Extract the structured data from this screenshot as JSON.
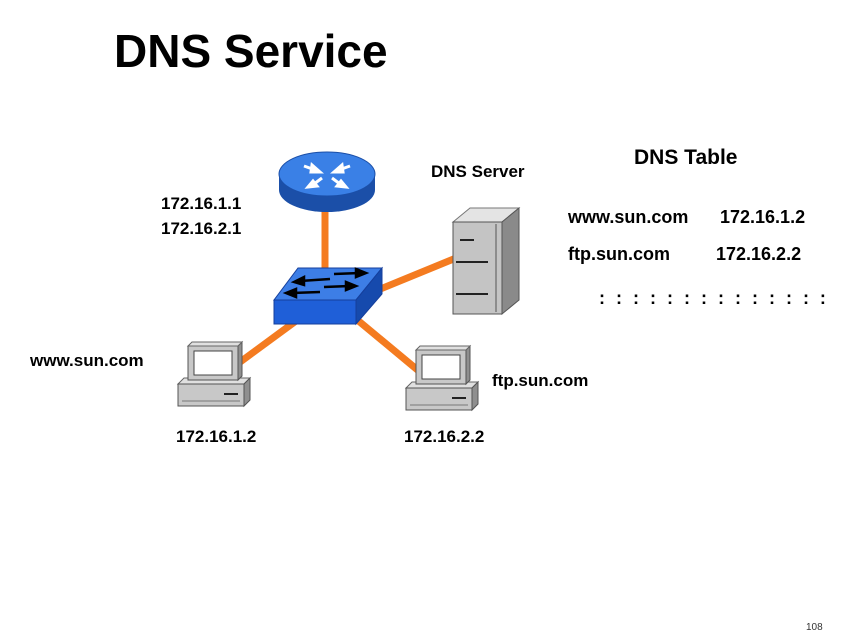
{
  "title": "DNS Service",
  "dns_server_label": "DNS Server",
  "router": {
    "ip1": "172.16.1.1",
    "ip2": "172.16.2.1"
  },
  "hosts": {
    "www": {
      "name": "www.sun.com",
      "ip": "172.16.1.2"
    },
    "ftp": {
      "name": "ftp.sun.com",
      "ip": "172.16.2.2"
    }
  },
  "dns_table": {
    "title": "DNS Table",
    "rows": [
      {
        "name": "www.sun.com",
        "ip": "172.16.1.2"
      },
      {
        "name": "ftp.sun.com",
        "ip": "172.16.2.2"
      }
    ],
    "continuation": ": : : : : : : : : : : : : :"
  },
  "page_number": "108",
  "colors": {
    "link": "#f47b20",
    "router": "#2f6fd6",
    "switch": "#1f5fd8",
    "device_body": "#c8c8c8"
  },
  "icons": [
    "router-icon",
    "switch-icon",
    "server-icon",
    "pc-icon"
  ]
}
